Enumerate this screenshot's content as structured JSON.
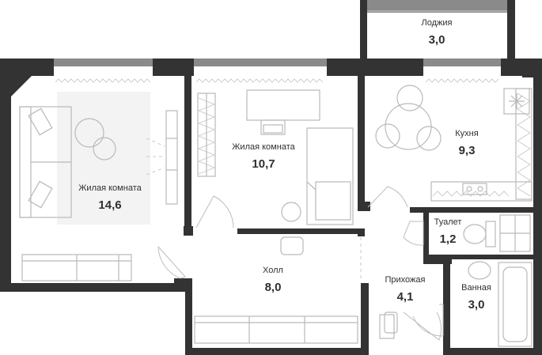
{
  "rooms": {
    "loggia": {
      "name": "Лоджия",
      "area": "3,0"
    },
    "living_big": {
      "name": "Жилая комната",
      "area": "14,6"
    },
    "living_mid": {
      "name": "Жилая комната",
      "area": "10,7"
    },
    "kitchen": {
      "name": "Кухня",
      "area": "9,3"
    },
    "toilet": {
      "name": "Туалет",
      "area": "1,2"
    },
    "hall": {
      "name": "Холл",
      "area": "8,0"
    },
    "hallway": {
      "name": "Прихожая",
      "area": "4,1"
    },
    "bathroom": {
      "name": "Ванная",
      "area": "3,0"
    }
  },
  "colors": {
    "wall": "#333333",
    "window": "#8a8a8a",
    "furniture": "#b9b9b9"
  }
}
